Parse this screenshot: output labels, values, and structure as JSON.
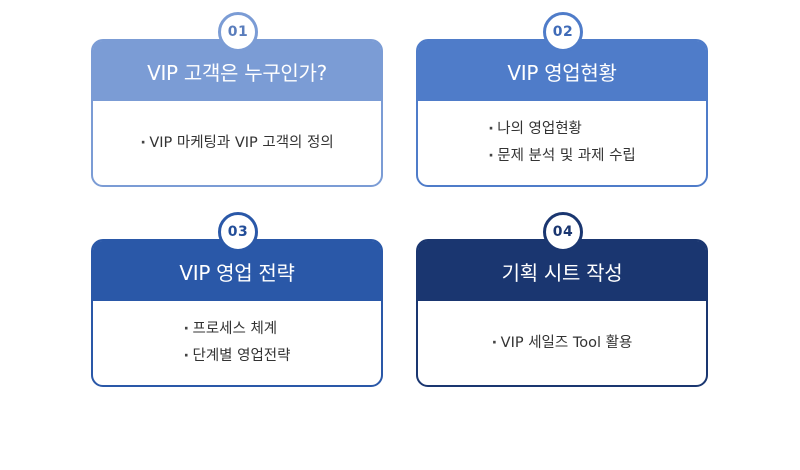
{
  "cards": [
    {
      "number": "01",
      "title": "VIP 고객은 누구인가?",
      "color": "#7b9cd5",
      "items": [
        "VIP 마케팅과 VIP 고객의 정의"
      ]
    },
    {
      "number": "02",
      "title": "VIP 영업현황",
      "color": "#4f7cc9",
      "items": [
        "나의 영업현황",
        "문제 분석 및 과제 수립"
      ]
    },
    {
      "number": "03",
      "title": "VIP 영업 전략",
      "color": "#2a58a8",
      "items": [
        "프로세스 체계",
        "단계별 영업전략"
      ]
    },
    {
      "number": "04",
      "title": "기획 시트 작성",
      "color": "#1a3670",
      "items": [
        "VIP 세일즈 Tool 활용"
      ]
    }
  ]
}
